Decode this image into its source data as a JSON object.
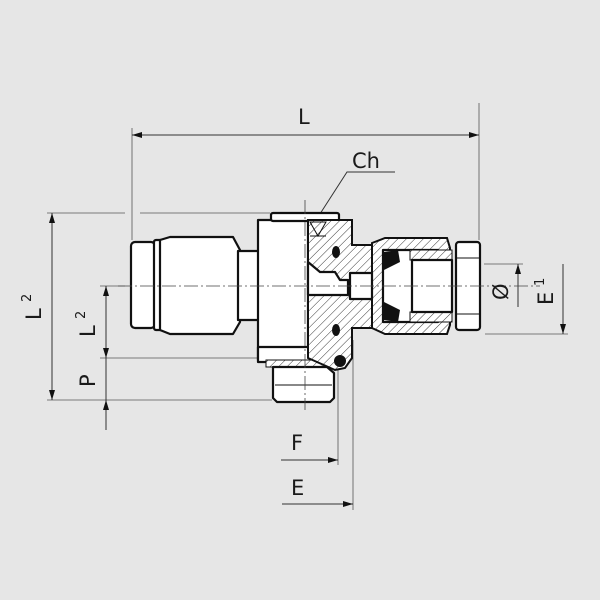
{
  "dimensions": {
    "L": "L",
    "Ch": "Ch",
    "L2_outer": {
      "main": "L",
      "sub": "2"
    },
    "L2_inner": {
      "main": "L",
      "sub": "2"
    },
    "P": "P",
    "F": "F",
    "E": "E",
    "diameter": "Ø",
    "E1": {
      "main": "E",
      "sub": "1"
    }
  },
  "colors": {
    "background": "#e6e6e6",
    "line": "#111111"
  }
}
